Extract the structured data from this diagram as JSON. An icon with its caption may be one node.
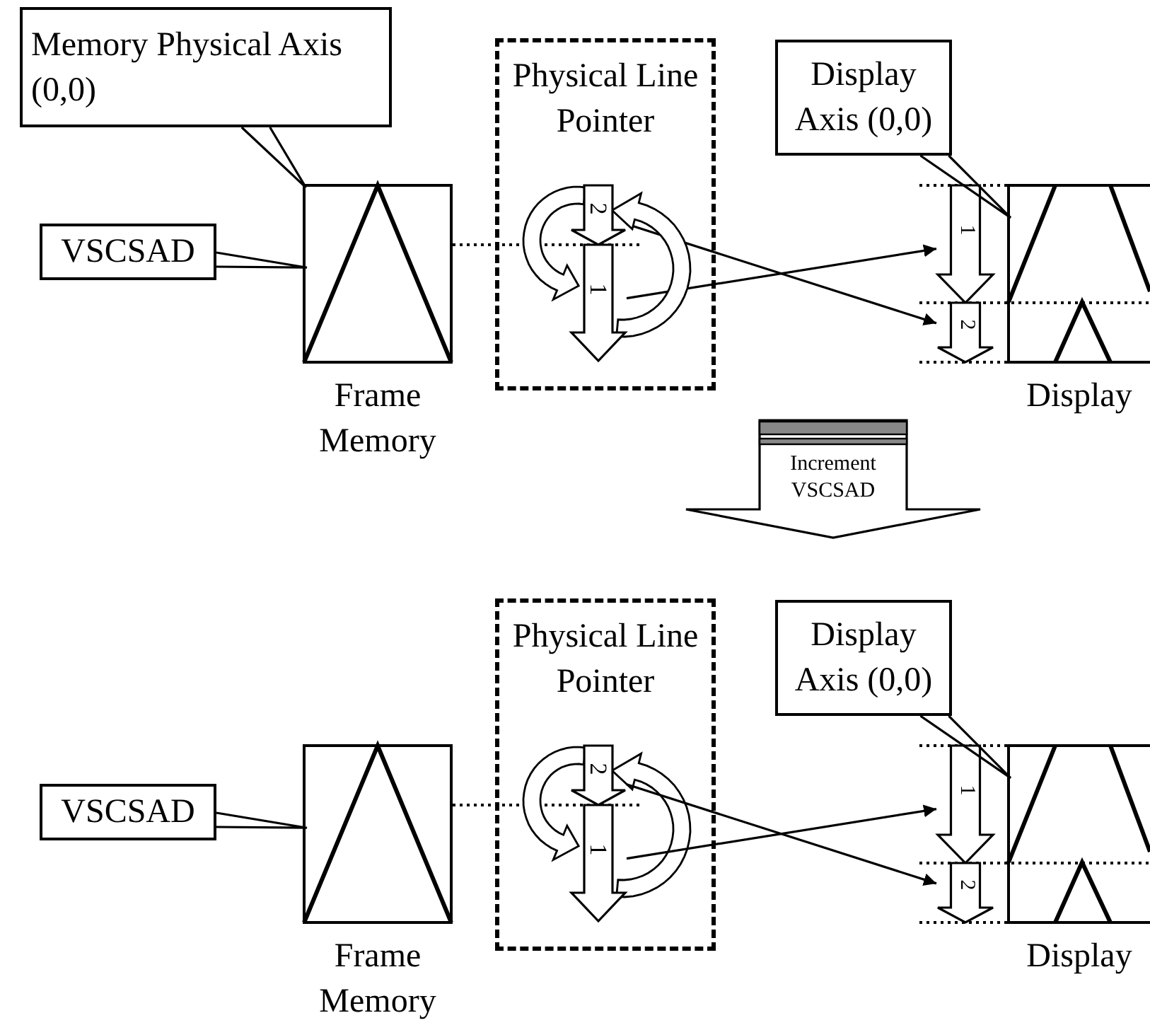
{
  "diagram": {
    "nodes": [
      {
        "text": [
          "Memory Physical Axis (0,0)"
        ]
      },
      {
        "text": [
          "Physical Line Pointer"
        ]
      },
      {
        "text": [
          "Display Axis (0,0)"
        ]
      },
      {
        "text": [
          "VSCSAD"
        ]
      },
      {
        "text": [],
        "shape": "box",
        "beside": [
          "Frame Memory"
        ]
      },
      {
        "text": [
          "2"
        ],
        "in": 1
      },
      {
        "text": [
          "1"
        ],
        "in": 1
      },
      {
        "text": [
          "1"
        ]
      },
      {
        "text": [
          "2"
        ]
      },
      {
        "text": [],
        "shape": "box",
        "beside": [
          "Display"
        ]
      },
      {
        "text": [
          "Increment VSCSAD"
        ]
      },
      {
        "text": [
          "Physical Line Pointer"
        ]
      },
      {
        "text": [
          "Display Axis (0,0)"
        ]
      },
      {
        "text": [
          "VSCSAD"
        ]
      },
      {
        "text": [],
        "shape": "box",
        "beside": [
          "Frame Memory"
        ]
      },
      {
        "text": [
          "2"
        ],
        "in": 11
      },
      {
        "text": [
          "1"
        ],
        "in": 11
      },
      {
        "text": [
          "1"
        ]
      },
      {
        "text": [
          "2"
        ]
      },
      {
        "text": [],
        "shape": "box",
        "beside": [
          "Display"
        ]
      }
    ],
    "edges": [
      {
        "from": 0,
        "to": 4,
        "arrow": "none"
      },
      {
        "from": 3,
        "to": 4,
        "arrow": "none"
      },
      {
        "from": 2,
        "to": 9,
        "arrow": "none"
      },
      {
        "from": 5,
        "to": 8,
        "arrow": "to"
      },
      {
        "from": 6,
        "to": 7,
        "arrow": "to"
      },
      {
        "from": 5,
        "to": 6,
        "arrow": "to"
      },
      {
        "from": 6,
        "to": 5,
        "arrow": "to"
      },
      {
        "from": 15,
        "to": 16,
        "arrow": "to"
      },
      {
        "from": 16,
        "to": 15,
        "arrow": "to"
      },
      {
        "from": 13,
        "to": 14,
        "arrow": "none"
      },
      {
        "from": 12,
        "to": 19,
        "arrow": "none"
      },
      {
        "from": 15,
        "to": 18,
        "arrow": "to"
      },
      {
        "from": 16,
        "to": 17,
        "arrow": "to"
      }
    ]
  }
}
